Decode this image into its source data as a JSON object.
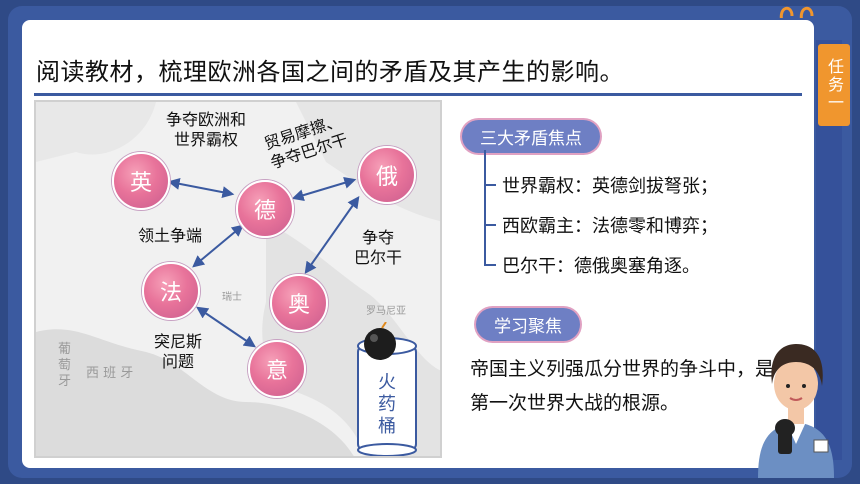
{
  "header": {
    "title": "阅读教材，梳理欧洲各国之间的矛盾及其产生的影响。"
  },
  "side_tab": {
    "label": "任务一"
  },
  "map": {
    "nodes": [
      {
        "id": "uk",
        "label": "英"
      },
      {
        "id": "de",
        "label": "德"
      },
      {
        "id": "ru",
        "label": "俄"
      },
      {
        "id": "fr",
        "label": "法"
      },
      {
        "id": "at",
        "label": "奥"
      },
      {
        "id": "it",
        "label": "意"
      }
    ],
    "relations": {
      "uk_de": "争夺欧洲和\n世界霸权",
      "de_ru": "贸易摩擦、\n争夺巴尔干",
      "de_fr": "领土争端",
      "at_ru": "争夺\n巴尔干",
      "fr_it": "突尼斯\n问题"
    },
    "background_labels": {
      "portugal": "葡\n萄\n牙",
      "spain": "西 班 牙",
      "switzerland": "瑞士",
      "romania": "罗马尼亚"
    },
    "powder_keg": "火\n药\n桶"
  },
  "focus_section": {
    "tag": "三大矛盾焦点",
    "items": [
      "世界霸权：英德剑拔弩张；",
      "西欧霸主：法德零和博弈；",
      "巴尔干：德俄奥塞角逐。"
    ]
  },
  "learning_section": {
    "tag": "学习聚焦",
    "text": "帝国主义列强瓜分世界的争斗中，是第一次世界大战的根源。"
  },
  "colors": {
    "brand": "#3b5aa0",
    "accent": "#f0962e",
    "node": "#e8739a"
  }
}
